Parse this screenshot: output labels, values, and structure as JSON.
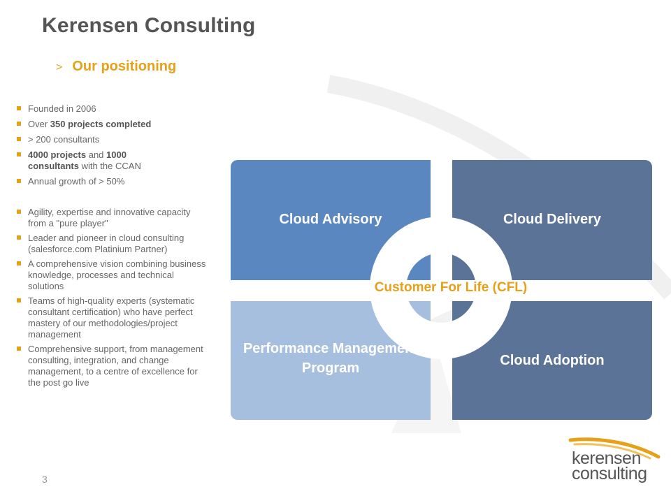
{
  "slide": {
    "title": "Kerensen Consulting",
    "subtitle_chevron": ">",
    "subtitle": "Our positioning",
    "page_number": "3"
  },
  "facts": [
    {
      "pre": "Founded in 2006",
      "bold": "",
      "post": ""
    },
    {
      "pre": "Over ",
      "bold": "350 projects completed",
      "post": ""
    },
    {
      "pre": "> 200 consultants",
      "bold": "",
      "post": ""
    },
    {
      "pre": "",
      "bold": "4000 projects",
      "post": " and ",
      "bold2": "1000 consultants",
      "post2": " with the CCAN"
    },
    {
      "pre": "Annual growth of > 50%",
      "bold": "",
      "post": ""
    }
  ],
  "strengths": [
    "Agility, expertise and innovative capacity from a \"pure player\"",
    "Leader and pioneer in cloud consulting (salesforce.com Platinium Partner)",
    "A comprehensive vision combining business knowledge, processes and technical solutions",
    "Teams of high-quality experts (systematic consultant certification) who have perfect mastery of our methodologies/project management",
    "Comprehensive support, from management consulting, integration, and change management, to a centre of excellence for the post go live"
  ],
  "diagram": {
    "top_left": "Cloud Advisory",
    "top_right": "Cloud Delivery",
    "bottom_left": "Performance Management Program",
    "bottom_right": "Cloud Adoption",
    "center": "Customer For Life (CFL)"
  },
  "logo": {
    "line1": "kerensen",
    "line2": "consulting"
  },
  "colors": {
    "accent": "#e6a11a",
    "quad_blue": "#5b87c1",
    "quad_slate": "#5a7396",
    "quad_light": "#a6bfdf",
    "title_gray": "#555555"
  }
}
